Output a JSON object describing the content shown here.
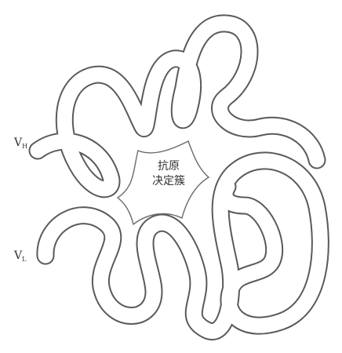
{
  "diagram": {
    "labels": {
      "vh_main": "V",
      "vh_sub": "H",
      "vl_main": "V",
      "vl_sub": "L",
      "center_line1": "抗原",
      "center_line2": "决定簇"
    },
    "colors": {
      "background": "#ffffff",
      "outline": "#5a5a5a",
      "text": "#2d2d2d"
    }
  }
}
